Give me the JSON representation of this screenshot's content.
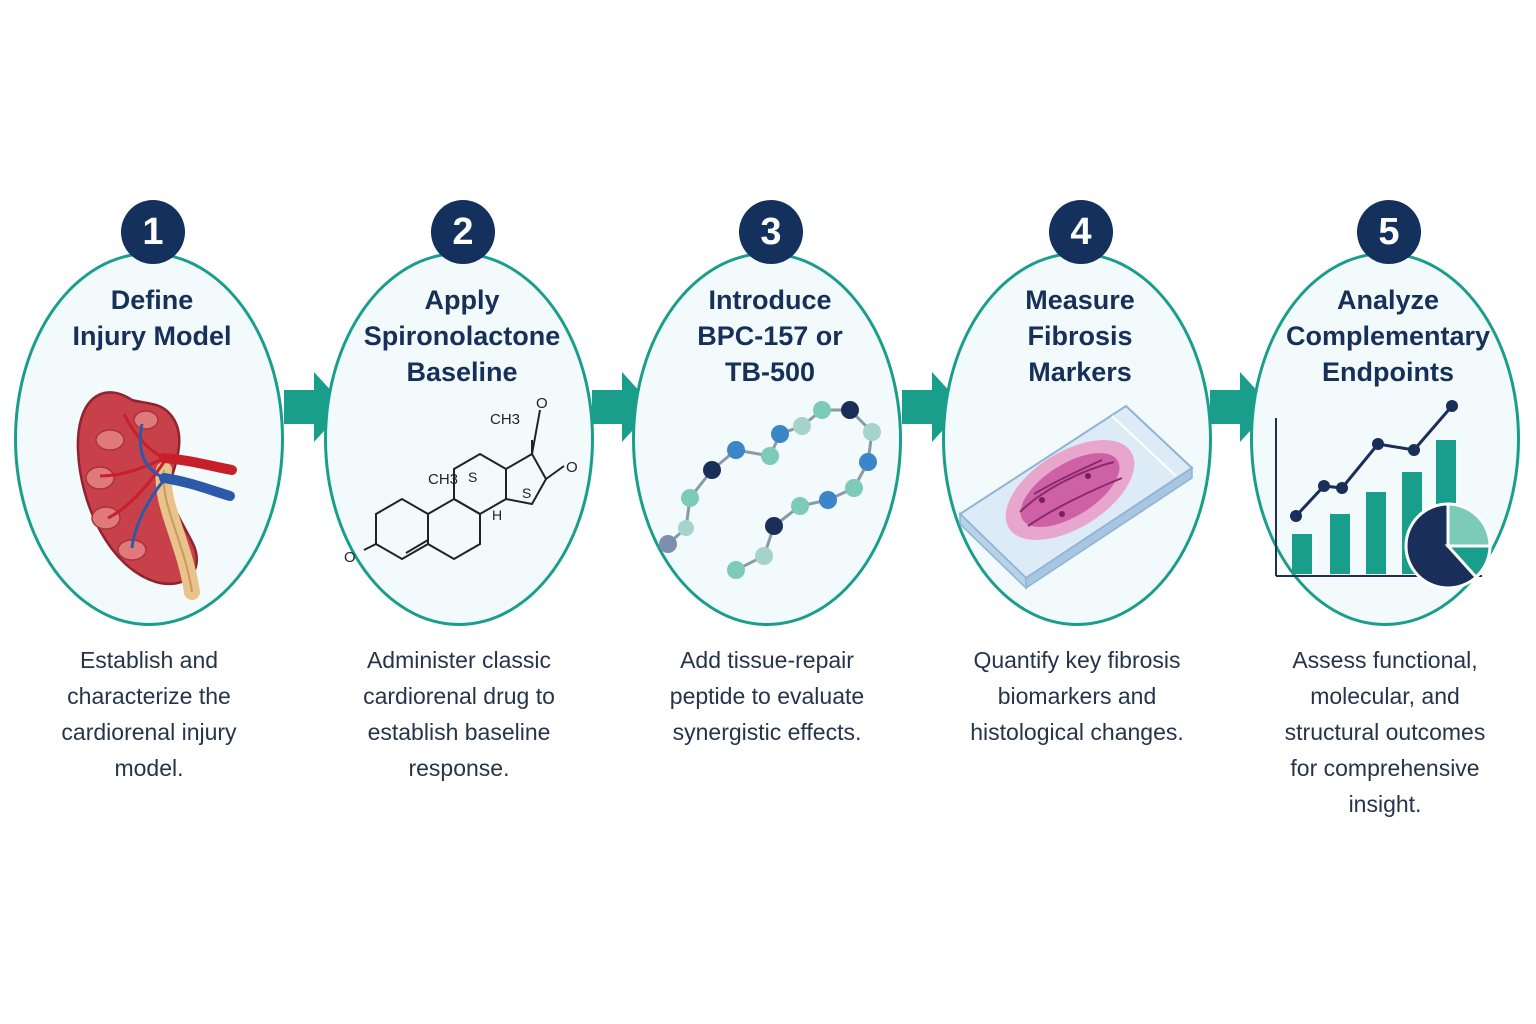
{
  "colors": {
    "teal": "#1a9e8c",
    "navy": "#14305c",
    "oval_fill": "#f3fafb"
  },
  "steps": [
    {
      "number": "1",
      "title": "Define\nInjury Model",
      "description": "Establish and\ncharacterize the\ncardiorenal injury\nmodel.",
      "icon": "kidney-icon"
    },
    {
      "number": "2",
      "title": "Apply\nSpironolactone\nBaseline",
      "description": "Administer classic\ncardiorenal drug to\nestablish baseline\nresponse.",
      "icon": "molecule-structure-icon",
      "molecule_labels": {
        "ch3_top": "CH3",
        "ch3_left": "CH3",
        "o_top": "O",
        "o_right": "O",
        "o_left": "O",
        "s_ring": "S",
        "s_side": "S",
        "h": "H"
      }
    },
    {
      "number": "3",
      "title": "Introduce\nBPC-157 or\nTB-500",
      "description": "Add tissue-repair\npeptide to evaluate\nsynergistic effects.",
      "icon": "peptide-chain-icon"
    },
    {
      "number": "4",
      "title": "Measure\nFibrosis\nMarkers",
      "description": "Quantify key fibrosis\nbiomarkers and\nhistological changes.",
      "icon": "microscope-slide-icon"
    },
    {
      "number": "5",
      "title": "Analyze\nComplementary\nEndpoints",
      "description": "Assess functional,\nmolecular, and\nstructural outcomes\nfor comprehensive\ninsight.",
      "icon": "chart-analytics-icon"
    }
  ]
}
